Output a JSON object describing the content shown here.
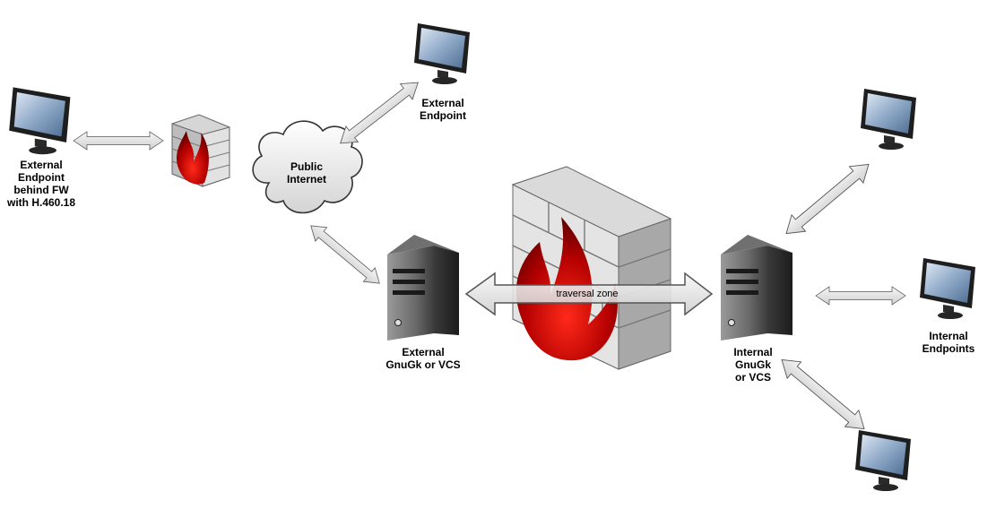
{
  "labels": {
    "ext_endpoint_fw": [
      "External",
      "Endpoint",
      "behind FW",
      "with H.460.18"
    ],
    "public_internet": [
      "Public",
      "Internet"
    ],
    "external_endpoint": [
      "External",
      "Endpoint"
    ],
    "external_gk": [
      "External",
      "GnuGk or VCS"
    ],
    "traversal_zone": "traversal zone",
    "internal_gk": [
      "Internal",
      "GnuGk",
      "or VCS"
    ],
    "internal_endpoints": [
      "Internal",
      "Endpoints"
    ]
  },
  "colors": {
    "flame": "#b00000",
    "arrow_fill": "#e6e6e6",
    "arrow_stroke": "#555555",
    "brick": "#c8c8c8",
    "server": "#4a4a4a",
    "screen": "#8fa9c8"
  }
}
